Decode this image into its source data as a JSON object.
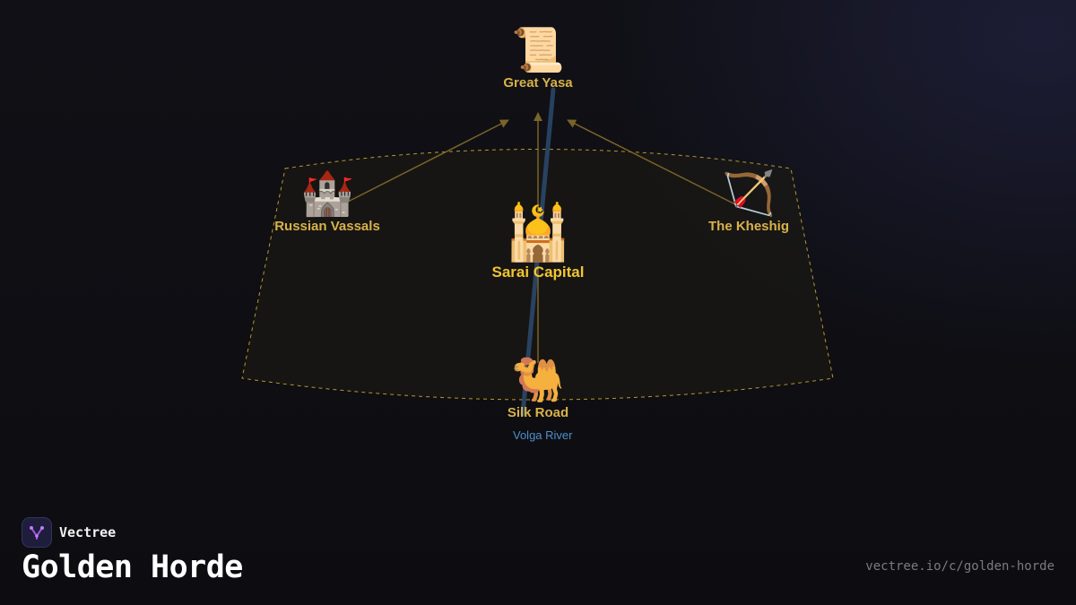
{
  "diagram": {
    "nodes": {
      "great_yasa": {
        "label": "Great Yasa",
        "icon": "scroll-icon",
        "glyph": "📜"
      },
      "russian_vassals": {
        "label": "Russian Vassals",
        "icon": "castle-icon",
        "glyph": "🏰"
      },
      "the_kheshig": {
        "label": "The Kheshig",
        "icon": "bow-and-arrow-icon",
        "glyph": "🏹"
      },
      "sarai_capital": {
        "label": "Sarai Capital",
        "icon": "mosque-icon",
        "glyph": "🕌"
      },
      "silk_road": {
        "label": "Silk Road",
        "icon": "camel-icon",
        "glyph": "🐫"
      }
    },
    "edges": [
      {
        "from": "russian_vassals",
        "to": "great_yasa"
      },
      {
        "from": "sarai_capital",
        "to": "great_yasa"
      },
      {
        "from": "the_kheshig",
        "to": "great_yasa"
      },
      {
        "from": "silk_road",
        "to": "sarai_capital"
      }
    ],
    "river": {
      "label": "Volga River",
      "color": "#2c4a6e"
    },
    "colors": {
      "edge": "#7a6427",
      "region_border": "#b8962e",
      "node_label": "#d8b24a",
      "center_label": "#f2c531"
    }
  },
  "brand": {
    "name": "Vectree",
    "icon": "vectree-logo-icon"
  },
  "title": "Golden Horde",
  "url": "vectree.io/c/golden-horde"
}
